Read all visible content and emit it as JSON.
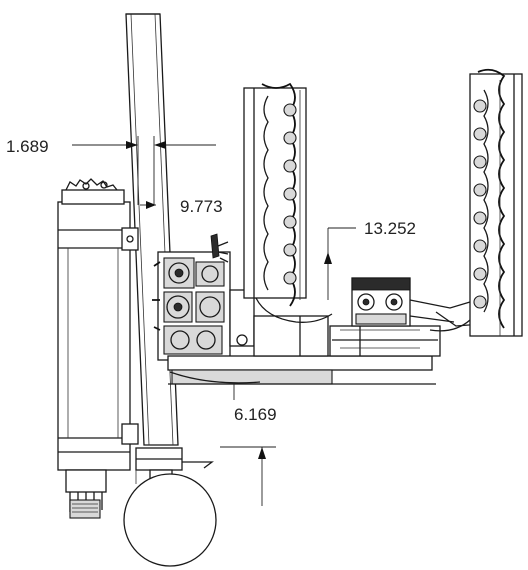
{
  "dimensions": {
    "width_offset": "1.689",
    "post_height": "9.773",
    "upper_height": "13.252",
    "ground_clearance": "6.169"
  }
}
